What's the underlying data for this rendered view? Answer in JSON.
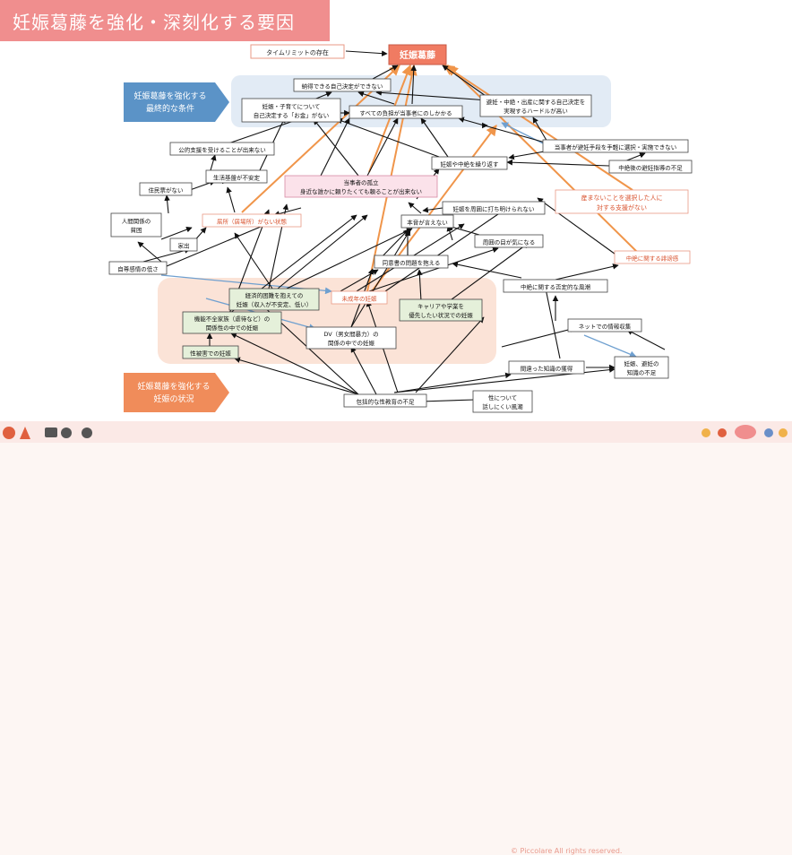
{
  "title": "妊娠葛藤を強化・深刻化する要因",
  "footer": {
    "copyright": "© Piccolare All rights reserved."
  },
  "zones": {
    "final": {
      "label1": "妊娠葛藤を強化する",
      "label2": "最終的な条件"
    },
    "situation": {
      "label1": "妊娠葛藤を強化する",
      "label2": "妊娠の状況"
    }
  },
  "nodes": {
    "center": "妊娠葛藤",
    "timelimit": "タイムリミットの存在",
    "nattoku": "納得できる自己決定ができない",
    "okane1": "妊娠・子育てについて",
    "okane2": "自己決定する「お金」がない",
    "futan": "すべての負担が当事者にのしかかる",
    "hinin1": "避妊・中絶・出産に関する自己決定を",
    "hinin2": "実現するハードルが高い",
    "shudan": "当事者が避妊手段を手軽に選択・実施できない",
    "koteki": "公的支援を受けることが出来ない",
    "seikatsu": "生活基盤が不安定",
    "juminhyo": "住民票がない",
    "kurikaesu": "妊娠や中絶を繰り返す",
    "chuzetsugo": "中絶後の避妊指導の不足",
    "koritsu1": "当事者の孤立",
    "koritsu2": "身近な誰かに頼りたくても頼ることが出来ない",
    "ningen1": "人間関係の",
    "ningen2": "貧困",
    "ibasho": "居所（居場所）がない状態",
    "sanmanai1": "産まないことを選択した人に",
    "sanmanai2": "対する支援がない",
    "shuui": "妊娠を周囲に打ち明けられない",
    "honne": "本音が言えない",
    "iede": "家出",
    "shuuime": "周囲の目が気になる",
    "jisonkan": "自尊感情の低さ",
    "doui": "同意書の問題を抱える",
    "chuzetsu_hen": "中絶に関する誹謗感",
    "keizai1": "経済的困難を抱えての",
    "keizai2": "妊娠（収入が不安定、低い）",
    "miseinen": "未成年の妊娠",
    "career1": "キャリアや学業を",
    "career2": "優先したい状況での妊娠",
    "kotei": "中絶に関する否定的な風潮",
    "kinou1": "機能不全家族（虐待など）の",
    "kinou2": "関係性の中での妊娠",
    "dv1": "DV（男女間暴力）の",
    "dv2": "関係の中での妊娠",
    "net": "ネットでの情報収集",
    "seihigai": "性被害での妊娠",
    "machigatta": "間違った知識の獲得",
    "chishiki1": "妊娠、避妊の",
    "chishiki2": "知識の不足",
    "seikyoiku": "包括的な性教育の不足",
    "fuchou1": "性について",
    "fuchou2": "話しにくい風潮"
  }
}
